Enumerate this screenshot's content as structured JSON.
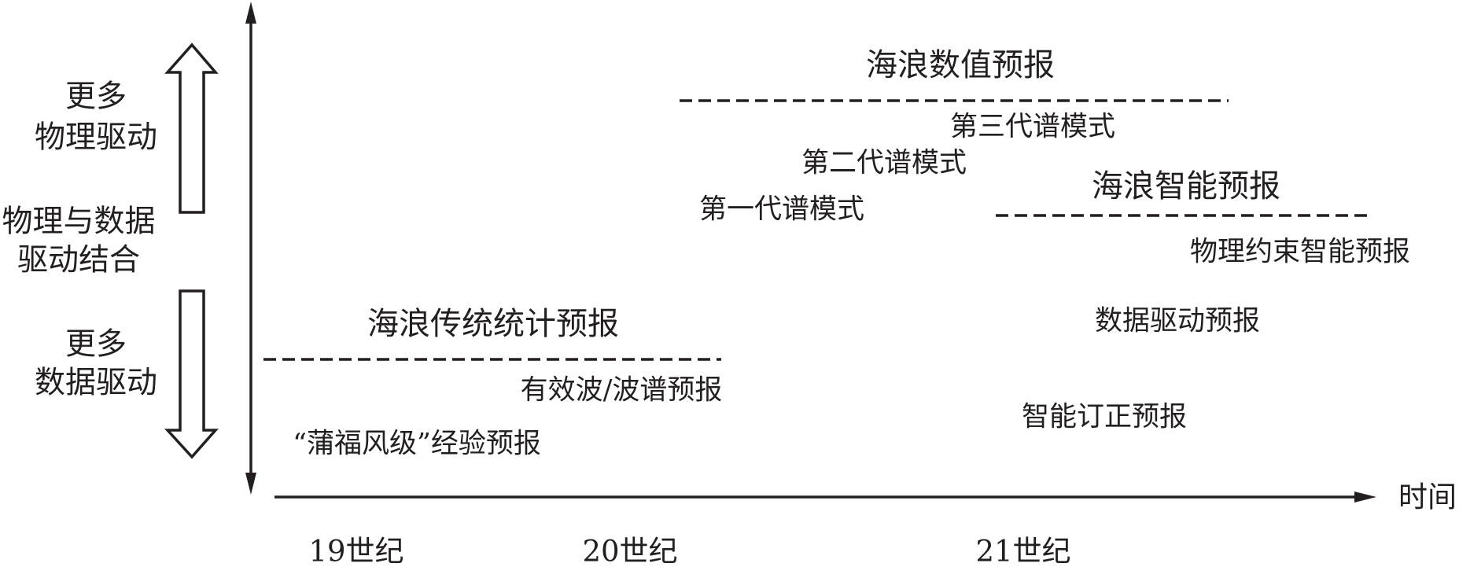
{
  "axes": {
    "horizontal_label": "时间"
  },
  "left_scale": {
    "top": [
      "更多",
      "物理驱动"
    ],
    "middle": [
      "物理与数据",
      "驱动结合"
    ],
    "bottom": [
      "更多",
      "数据驱动"
    ]
  },
  "categories": {
    "numerical": {
      "title": "海浪数值预报",
      "items": [
        "第一代谱模式",
        "第二代谱模式",
        "第三代谱模式"
      ]
    },
    "intelligent": {
      "title": "海浪智能预报",
      "items": [
        "物理约束智能预报",
        "数据驱动预报",
        "智能订正预报"
      ]
    },
    "statistical": {
      "title": "海浪传统统计预报",
      "items": [
        "有效波/波谱预报",
        "“蒲福风级”经验预报"
      ]
    }
  },
  "timeline": [
    "19世纪",
    "20世纪",
    "21世纪"
  ],
  "colors": {
    "ink": "#231f20",
    "background": "#ffffff"
  },
  "icons": [
    "up-arrow-icon",
    "down-arrow-icon"
  ]
}
